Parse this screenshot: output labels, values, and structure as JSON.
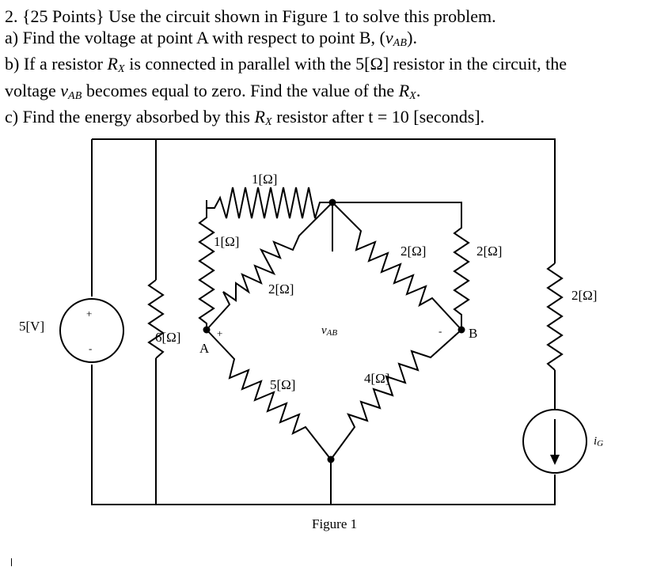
{
  "problem": {
    "line1": "2.  {25 Points} Use the circuit shown in Figure 1 to solve this problem.",
    "line2a": "a)  Find the voltage at point A with respect to point B, (",
    "line2_var": "v",
    "line2_sub": "AB",
    "line2b": ").",
    "line3a": "b)  If a resistor ",
    "line3_var": "R",
    "line3_sub": "X",
    "line3b": " is connected in parallel with the 5[Ω] resistor in the circuit, the",
    "line4a": "voltage ",
    "line4_var": "v",
    "line4_sub": "AB",
    "line4b": " becomes equal to zero.  Find the value of the ",
    "line4_var2": "R",
    "line4_sub2": "X",
    "line4c": ".",
    "line5a": "c)  Find the energy absorbed by this ",
    "line5_var": "R",
    "line5_sub": "X",
    "line5b": " resistor after t = 10 [seconds]."
  },
  "figure": {
    "caption": "Figure 1",
    "source_label": "5[V]",
    "source_plus": "+",
    "source_minus": "-",
    "r6": "6[Ω]",
    "r1_top": "1[Ω]",
    "r1_left": "1[Ω]",
    "r2_upper_left": "2[Ω]",
    "r2_upper_right": "2[Ω]",
    "r2_right_branch": "2[Ω]",
    "r2_far_right": "2[Ω]",
    "r5": "5[Ω]",
    "r4": "4[Ω]",
    "node_a": "A",
    "node_b": "B",
    "vab_var": "v",
    "vab_sub": "AB",
    "plus_sign": "+",
    "minus_sign": "-",
    "current_var": "i",
    "current_sub": "G"
  }
}
